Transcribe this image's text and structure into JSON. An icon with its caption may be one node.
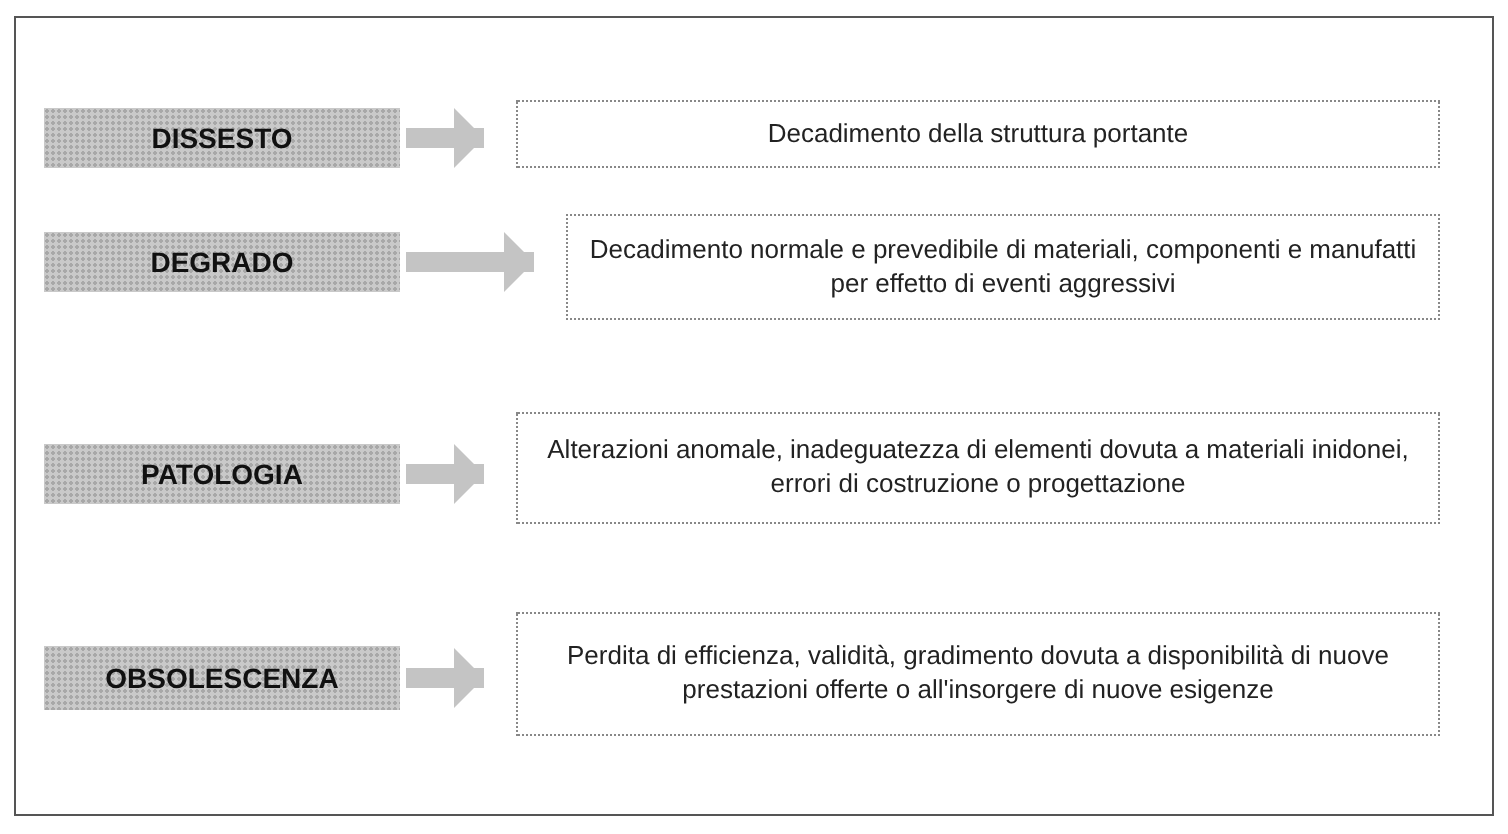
{
  "diagram": {
    "nodes": [
      {
        "text": [
          "DISSESTO"
        ]
      },
      {
        "text": [
          "Decadimento della struttura portante"
        ]
      },
      {
        "text": [
          "DEGRADO"
        ]
      },
      {
        "text": [
          "Decadimento normale e prevedibile di materiali, componenti e manufatti per effetto di eventi aggressivi"
        ]
      },
      {
        "text": [
          "PATOLOGIA"
        ]
      },
      {
        "text": [
          "Alterazioni anomale, inadeguatezza di elementi dovuta a materiali inidonei, errori di costruzione o progettazione"
        ]
      },
      {
        "text": [
          "OBSOLESCENZA"
        ]
      },
      {
        "text": [
          "Perdita di efficienza, validità, gradimento dovuta a disponibilità di nuove prestazioni offerte o all'insorgere di nuove esigenze"
        ]
      }
    ],
    "edges": [
      {
        "from": 0,
        "to": 1,
        "arrow": "to"
      },
      {
        "from": 2,
        "to": 3,
        "arrow": "to"
      },
      {
        "from": 4,
        "to": 5,
        "arrow": "to"
      },
      {
        "from": 6,
        "to": 7,
        "arrow": "to"
      }
    ]
  }
}
